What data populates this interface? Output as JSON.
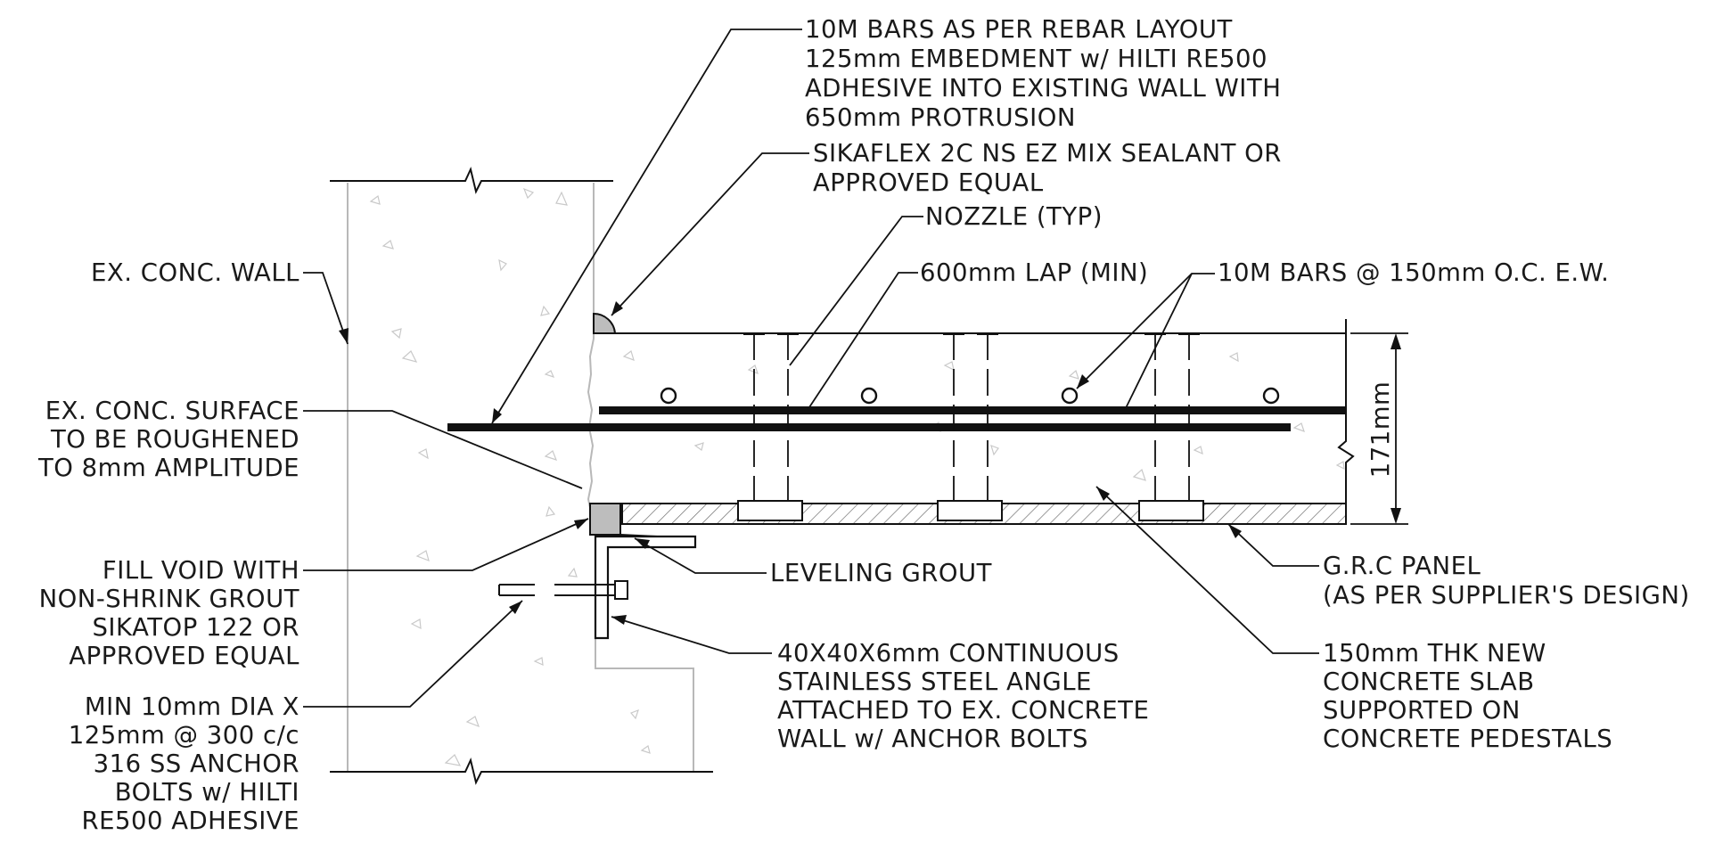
{
  "colors": {
    "ink": "#111111",
    "concrete_outline": "#b8b8b8",
    "grout_fill": "#bdbdbd",
    "hatch": "#6f6f6f"
  },
  "notes": {
    "rebar_embed": [
      "10M BARS AS PER REBAR LAYOUT",
      "125mm EMBEDMENT w/ HILTI RE500",
      "ADHESIVE INTO EXISTING WALL WITH",
      "650mm PROTRUSION"
    ],
    "sealant": [
      "SIKAFLEX 2C NS EZ MIX SEALANT OR",
      "APPROVED EQUAL"
    ],
    "nozzle": [
      "NOZZLE (TYP)"
    ],
    "lap": [
      "600mm LAP (MIN)"
    ],
    "bars_ew": [
      "10M BARS @ 150mm O.C. E.W."
    ],
    "wall": [
      "EX. CONC. WALL"
    ],
    "surface": [
      "EX. CONC. SURFACE",
      "TO BE ROUGHENED",
      "TO 8mm AMPLITUDE"
    ],
    "void": [
      "FILL VOID WITH",
      "NON-SHRINK GROUT",
      "SIKATOP 122 OR",
      "APPROVED EQUAL"
    ],
    "anchor": [
      "MIN 10mm DIA X",
      "125mm @ 300 c/c",
      "316 SS ANCHOR",
      "BOLTS w/ HILTI",
      "RE500 ADHESIVE"
    ],
    "leveling": [
      "LEVELING GROUT"
    ],
    "angle": [
      "40X40X6mm CONTINUOUS",
      "STAINLESS STEEL ANGLE",
      "ATTACHED TO EX. CONCRETE",
      "WALL w/ ANCHOR BOLTS"
    ],
    "grc": [
      "G.R.C PANEL",
      "(AS PER SUPPLIER'S DESIGN)"
    ],
    "slab": [
      "150mm THK NEW",
      "CONCRETE SLAB",
      "SUPPORTED ON",
      "CONCRETE PEDESTALS"
    ]
  },
  "dimension": {
    "slab_thickness": "171mm"
  }
}
